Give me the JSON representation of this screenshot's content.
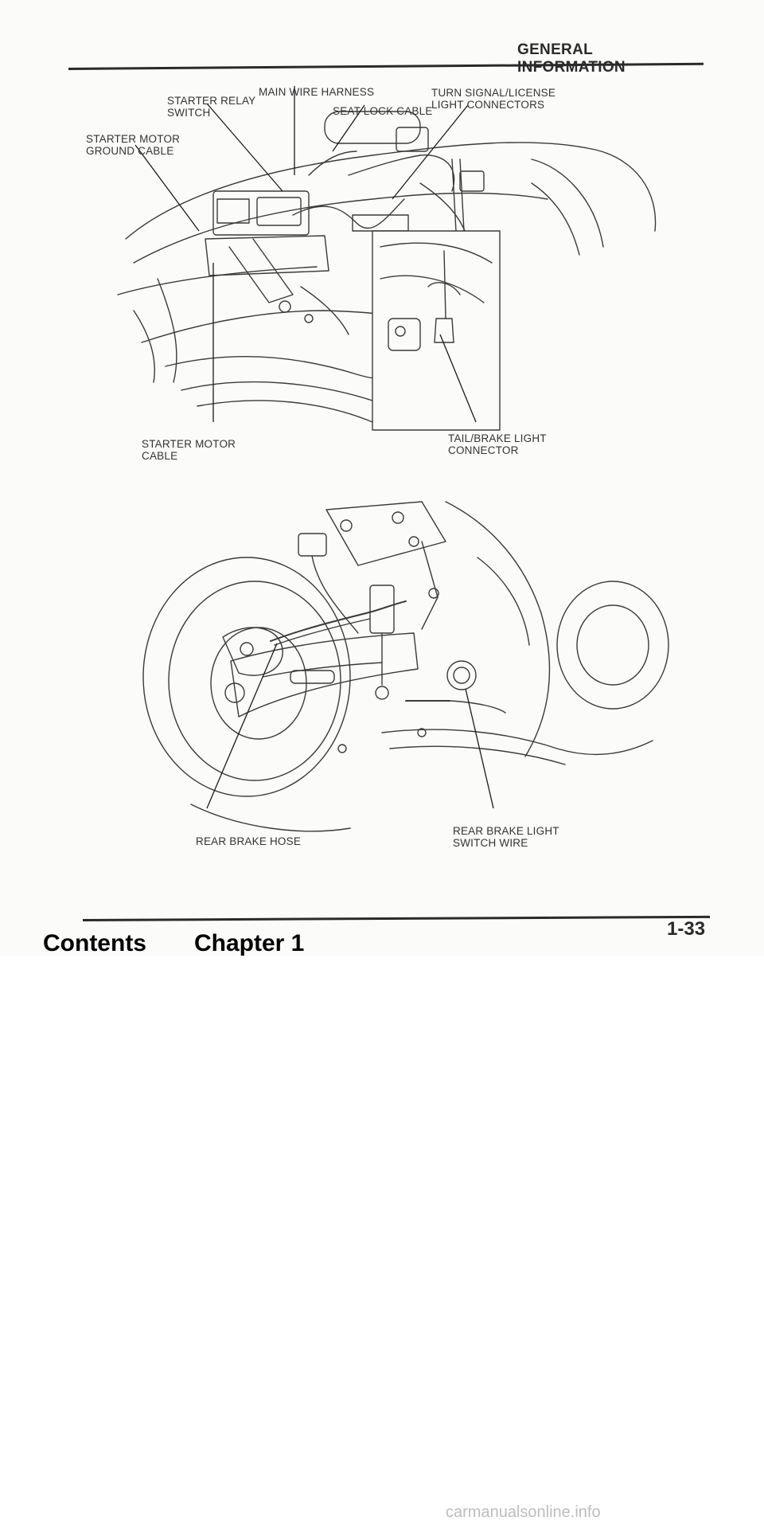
{
  "header": {
    "section_title": "GENERAL INFORMATION"
  },
  "upper_figure": {
    "callouts": {
      "main_wire_harness": "MAIN WIRE HARNESS",
      "starter_relay_switch": "STARTER RELAY\nSWITCH",
      "seat_lock_cable": "SEAT LOCK CABLE",
      "turn_signal_license": "TURN SIGNAL/LICENSE\nLIGHT CONNECTORS",
      "starter_motor_ground": "STARTER MOTOR\nGROUND CABLE",
      "starter_motor_cable": "STARTER MOTOR\nCABLE",
      "tail_brake_light": "TAIL/BRAKE LIGHT\nCONNECTOR"
    }
  },
  "lower_figure": {
    "callouts": {
      "rear_brake_hose": "REAR BRAKE HOSE",
      "rear_brake_light_switch": "REAR BRAKE LIGHT\nSWITCH WIRE"
    }
  },
  "footer": {
    "page_number": "1-33",
    "links": {
      "contents": "Contents",
      "chapter": "Chapter 1"
    }
  },
  "watermark": "carmanualsonline.info",
  "colors": {
    "ink": "#2a2a2a",
    "line_art": "#3a3a3a",
    "paper": "#fbfbfa",
    "watermark": "#bdbdbd"
  }
}
